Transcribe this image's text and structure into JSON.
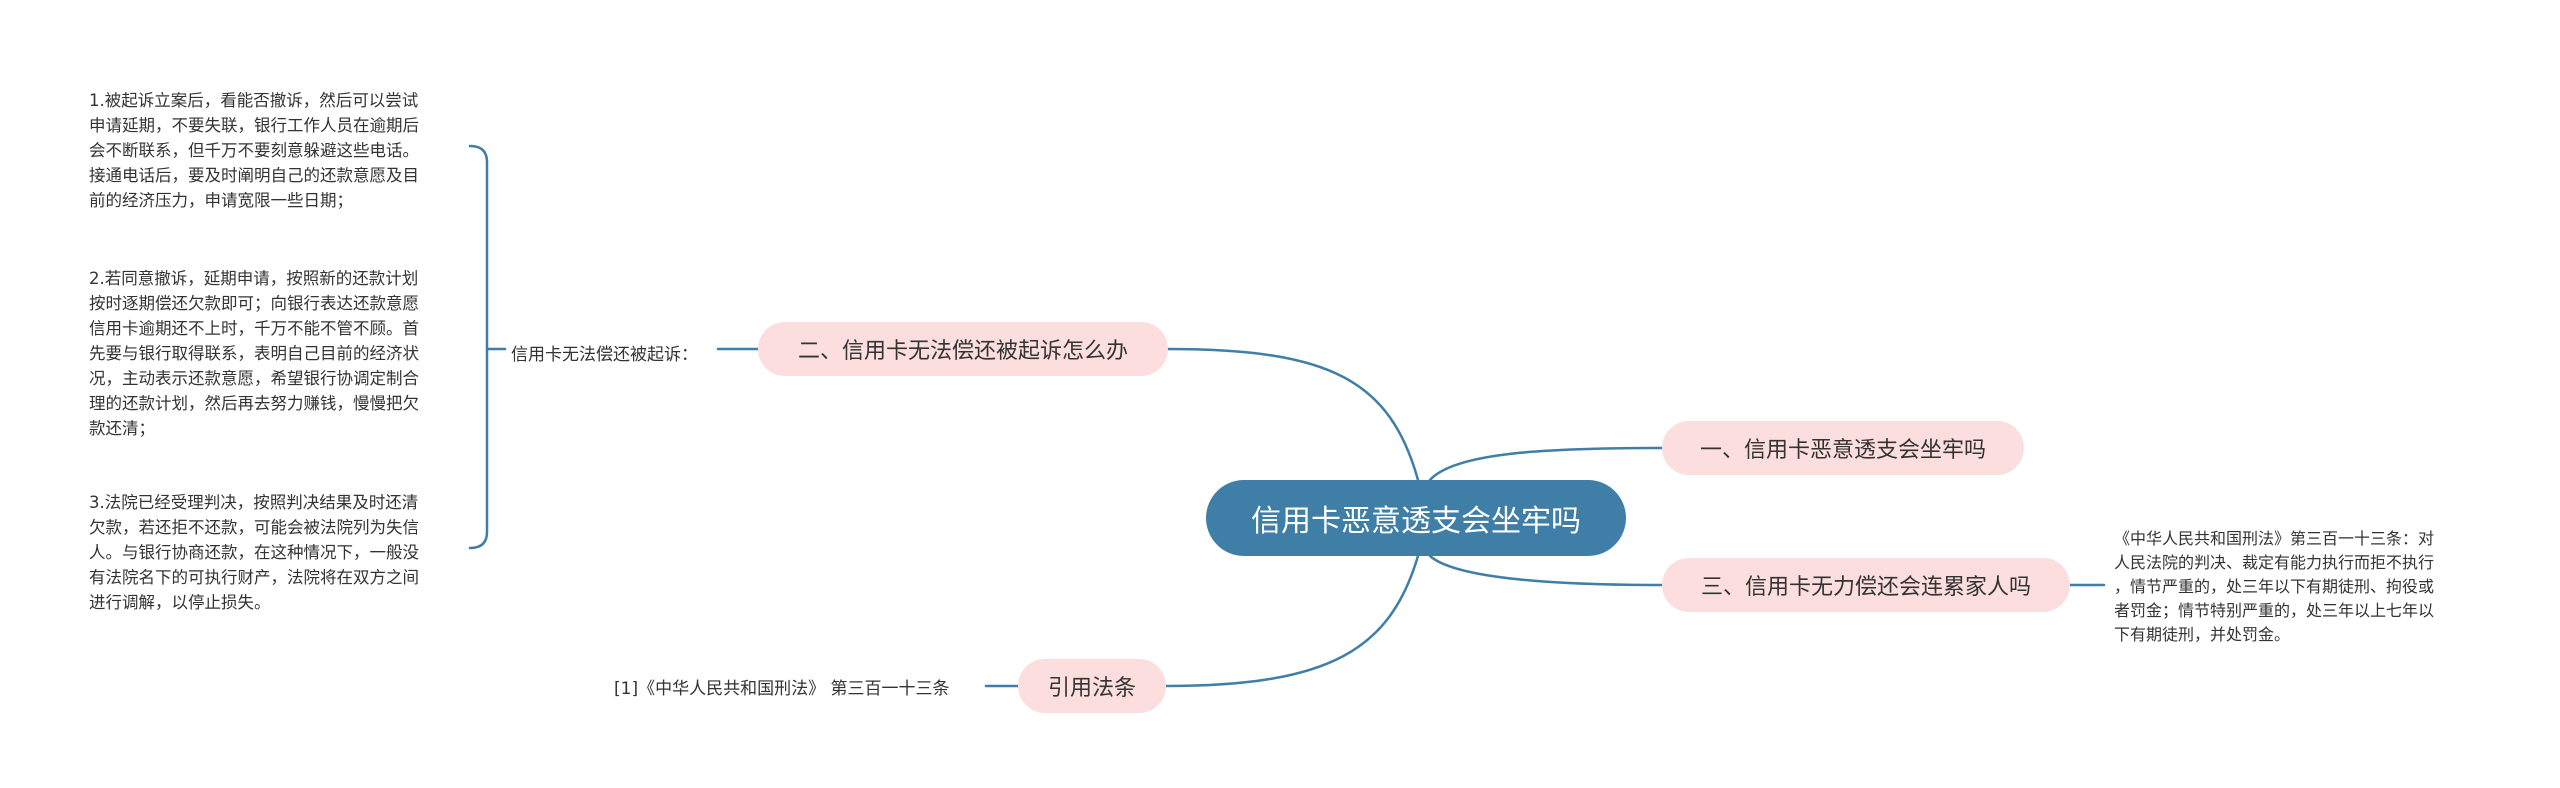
{
  "root": {
    "label": "信用卡恶意透支会坐牢吗"
  },
  "branches": {
    "topic_2": {
      "label": "二、信用卡无法偿还被起诉怎么办",
      "sub_label": "信用卡无法偿还被起诉：",
      "items": [
        {
          "lines": [
            "1.被起诉立案后，看能否撤诉，然后可以尝试",
            "申请延期，不要失联，银行工作人员在逾期后",
            "会不断联系，但千万不要刻意躲避这些电话。",
            "接通电话后，要及时阐明自己的还款意愿及目",
            "前的经济压力，申请宽限一些日期；"
          ]
        },
        {
          "lines": [
            "2.若同意撤诉，延期申请，按照新的还款计划",
            "按时逐期偿还欠款即可；向银行表达还款意愿",
            "信用卡逾期还不上时，千万不能不管不顾。首",
            "先要与银行取得联系，表明自己目前的经济状",
            "况，主动表示还款意愿，希望银行协调定制合",
            "理的还款计划，然后再去努力赚钱，慢慢把欠",
            "款还清；"
          ]
        },
        {
          "lines": [
            "3.法院已经受理判决，按照判决结果及时还清",
            "欠款，若还拒不还款，可能会被法院列为失信",
            "人。与银行协商还款，在这种情况下，一般没",
            "有法院名下的可执行财产，法院将在双方之间",
            "进行调解，以停止损失。"
          ]
        }
      ]
    },
    "topic_1": {
      "label": "一、信用卡恶意透支会坐牢吗"
    },
    "topic_3": {
      "label": "三、信用卡无力偿还会连累家人吗",
      "note_lines": [
        "《中华人民共和国刑法》第三百一十三条：对",
        "人民法院的判决、裁定有能力执行而拒不执行",
        "，情节严重的，处三年以下有期徒刑、拘役或",
        "者罚金；情节特别严重的，处三年以上七年以",
        "下有期徒刑，并处罚金。"
      ]
    },
    "references": {
      "label": "引用法条",
      "item": "[1]《中华人民共和国刑法》 第三百一十三条"
    }
  },
  "colors": {
    "root_fill": "#3f7ea6",
    "topic_fill": "#fbdedd",
    "connector": "#3f7ea6",
    "text": "#333333"
  }
}
